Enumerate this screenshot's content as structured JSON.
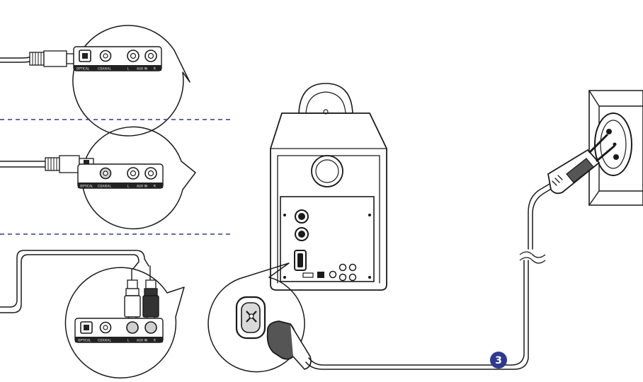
{
  "panels": [
    {
      "labels": [
        "OPTICAL",
        "COAXIAL",
        "L",
        "AUX IN",
        "R"
      ]
    },
    {
      "labels": [
        "OPTICAL",
        "COAXIAL",
        "L",
        "AUX IN",
        "R"
      ]
    },
    {
      "labels": [
        "OPTICAL",
        "COAXIAL",
        "L",
        "AUX IN",
        "R"
      ]
    }
  ],
  "step_badge": "3",
  "colors": {
    "divider": "#2a3a8c",
    "badge": "#2e3a8f",
    "line": "#1a1a1a",
    "plate": "#222222",
    "light_grey": "#d9d9d9"
  }
}
